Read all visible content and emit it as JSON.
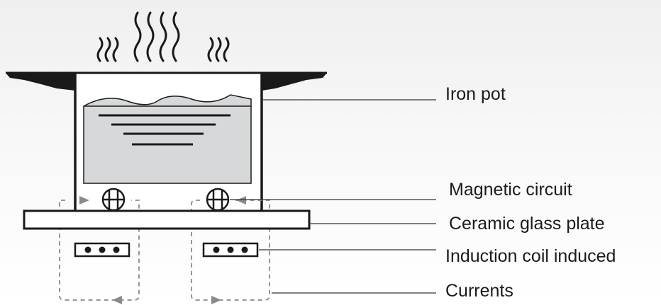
{
  "labels": {
    "iron_pot": "Iron pot",
    "magnetic_circuit": "Magnetic circuit",
    "ceramic_glass_plate": "Ceramic glass plate",
    "induction_coil_induced": "Induction coil induced",
    "currents": "Currents"
  },
  "colors": {
    "outline": "#1a1a1a",
    "liquid": "#d6d8da",
    "pot_interior": "#ffffff",
    "dashed_path": "#8a8a8a",
    "leader_line": "#333333"
  }
}
